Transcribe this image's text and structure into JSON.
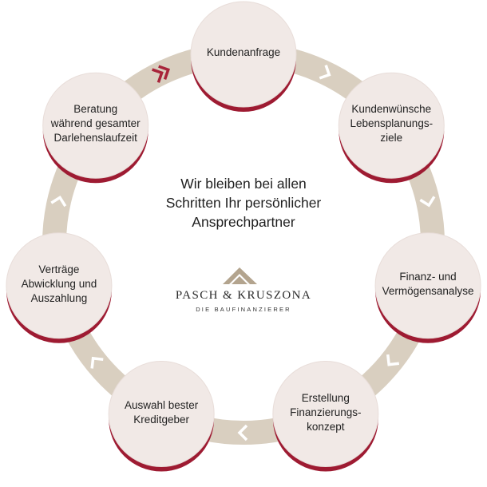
{
  "diagram": {
    "center_text": "Wir bleiben bei allen\nSchritten Ihr persönlicher\nAnsprechpartner",
    "steps": [
      {
        "label": "Kundenanfrage"
      },
      {
        "label": "Kundenwünsche\nLebensplanungs-\nziele"
      },
      {
        "label": "Finanz- und\nVermögensanalyse"
      },
      {
        "label": "Erstellung\nFinanzierungs-\nkonzept"
      },
      {
        "label": "Auswahl bester\nKreditgeber"
      },
      {
        "label": "Verträge\nAbwicklung und\nAuszahlung"
      },
      {
        "label": "Beratung\nwährend gesamter\nDarlehenslaufzeit"
      }
    ]
  },
  "logo": {
    "name": "PASCH & KRUSZONA",
    "tagline": "DIE BAUFINANZIERER"
  },
  "colors": {
    "circle_fill": "#f1e9e6",
    "circle_shadow": "#9e1b32",
    "ring": "#d9cfc0",
    "chevron": "#ffffff",
    "accent_chevron": "#a8243a",
    "logo_roof": "#b3a48e"
  }
}
